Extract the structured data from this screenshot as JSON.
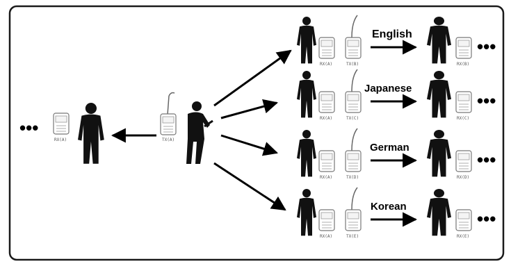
{
  "diagram": {
    "speaker_transmitter_label": "TX(A)",
    "far_left_receiver_label": "RX(A)",
    "continuation": "•••",
    "interpreter_rows": [
      {
        "language": "English",
        "rx_label": "RX(A)",
        "tx_label": "TX(B)",
        "listener_rx_label": "RX(B)"
      },
      {
        "language": "Japanese",
        "rx_label": "RX(A)",
        "tx_label": "TX(C)",
        "listener_rx_label": "RX(C)"
      },
      {
        "language": "German",
        "rx_label": "RX(A)",
        "tx_label": "TX(D)",
        "listener_rx_label": "RX(D)"
      },
      {
        "language": "Korean",
        "rx_label": "RX(A)",
        "tx_label": "TX(E)",
        "listener_rx_label": "RX(E)"
      }
    ]
  },
  "colors": {
    "frame": "#1a1a1a",
    "figure": "#111111",
    "device": "#888888",
    "background": "#ffffff"
  }
}
